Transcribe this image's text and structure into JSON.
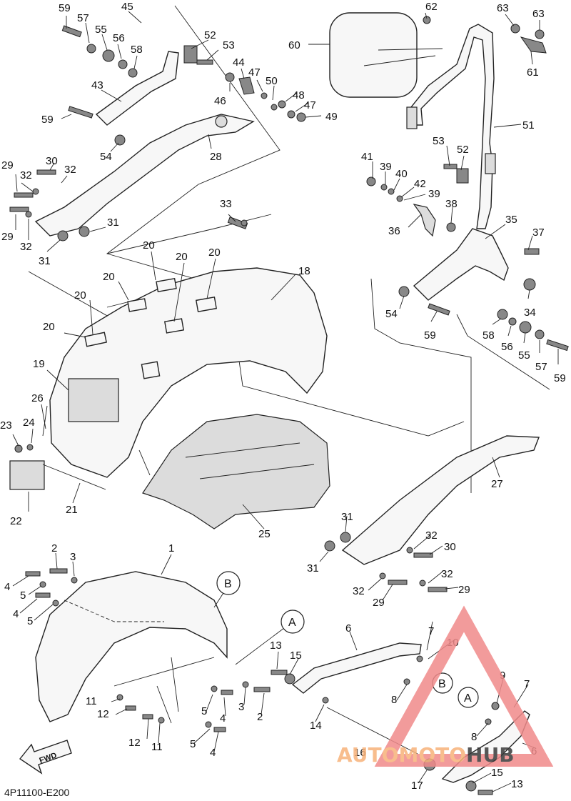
{
  "diagram_code": "4P11100-E200",
  "fwd_label": "FWD",
  "reference_marks": [
    "A",
    "B"
  ],
  "watermark": {
    "auto": "AUTO",
    "moto": "MOTO",
    "hub": "HUB",
    "accent": "#f08a8a",
    "accent_text": "#f7b27a",
    "dark_text": "#3a3a3a"
  },
  "part_numbers": [
    "1",
    "2",
    "3",
    "4",
    "5",
    "6",
    "7",
    "8",
    "9",
    "10",
    "11",
    "12",
    "13",
    "14",
    "15",
    "16",
    "17",
    "18",
    "19",
    "20",
    "21",
    "22",
    "23",
    "24",
    "25",
    "26",
    "27",
    "28",
    "29",
    "30",
    "31",
    "32",
    "33",
    "34",
    "35",
    "36",
    "37",
    "38",
    "39",
    "40",
    "41",
    "42",
    "43",
    "44",
    "45",
    "46",
    "47",
    "48",
    "49",
    "50",
    "51",
    "52",
    "53",
    "54",
    "55",
    "56",
    "57",
    "58",
    "59",
    "60",
    "61",
    "62",
    "63"
  ]
}
